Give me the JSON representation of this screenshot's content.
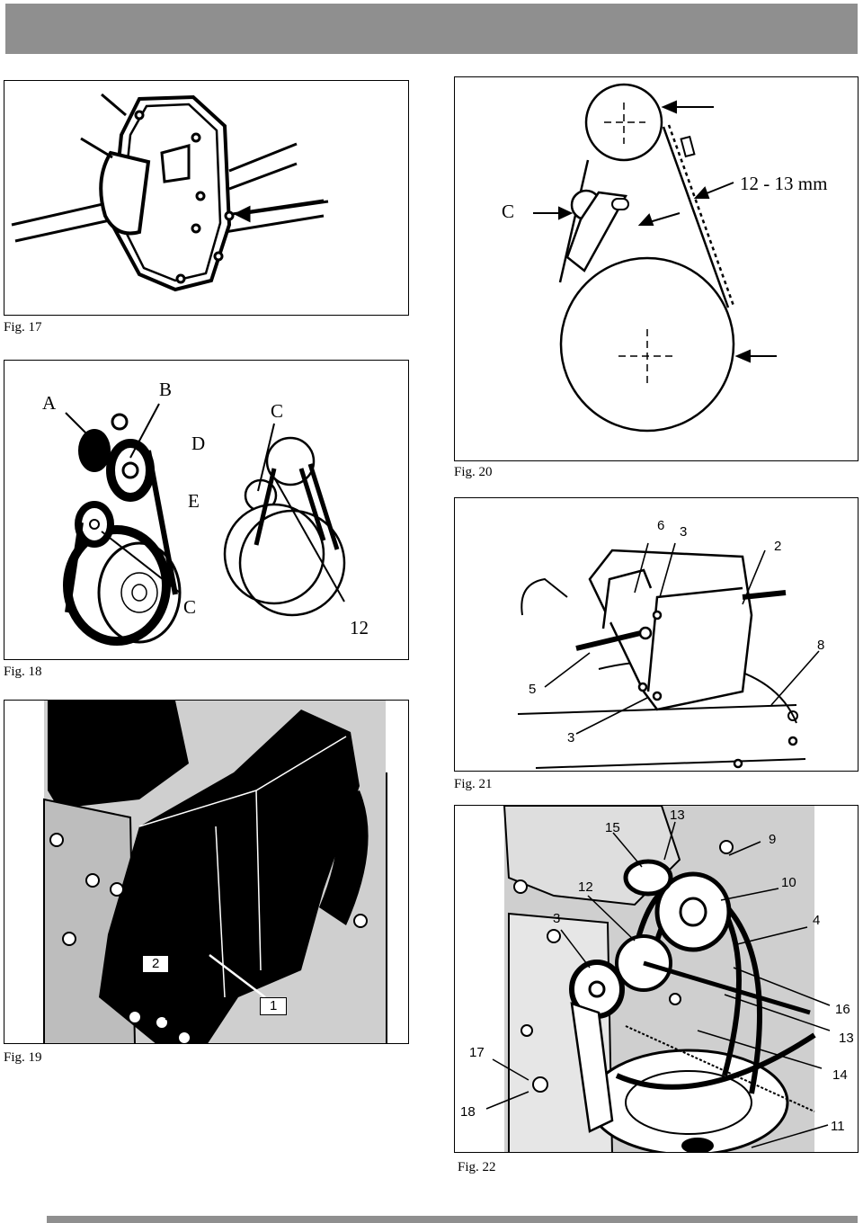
{
  "figures": {
    "fig17": {
      "caption": "Fig. 17"
    },
    "fig18": {
      "caption": "Fig. 18",
      "labels": {
        "a": "A",
        "b": "B",
        "c_upper": "C",
        "d": "D",
        "e": "E",
        "c_lower": "C",
        "n12": "12"
      }
    },
    "fig19": {
      "caption": "Fig. 19",
      "labels": {
        "n1": "1",
        "n2": "2"
      }
    },
    "fig20": {
      "caption": "Fig. 20",
      "labels": {
        "c": "C",
        "deflection": "12 - 13 mm"
      }
    },
    "fig21": {
      "caption": "Fig. 21",
      "labels": {
        "n6": "6",
        "n3_top": "3",
        "n2": "2",
        "n8": "8",
        "n5": "5",
        "n3_bottom": "3"
      }
    },
    "fig22": {
      "caption": "Fig. 22",
      "labels": {
        "n15": "15",
        "n13_top": "13",
        "n9": "9",
        "n12": "12",
        "n10": "10",
        "n3": "3",
        "n4": "4",
        "n16": "16",
        "n13": "13",
        "n14": "14",
        "n17": "17",
        "n18": "18",
        "n11": "11"
      }
    }
  }
}
